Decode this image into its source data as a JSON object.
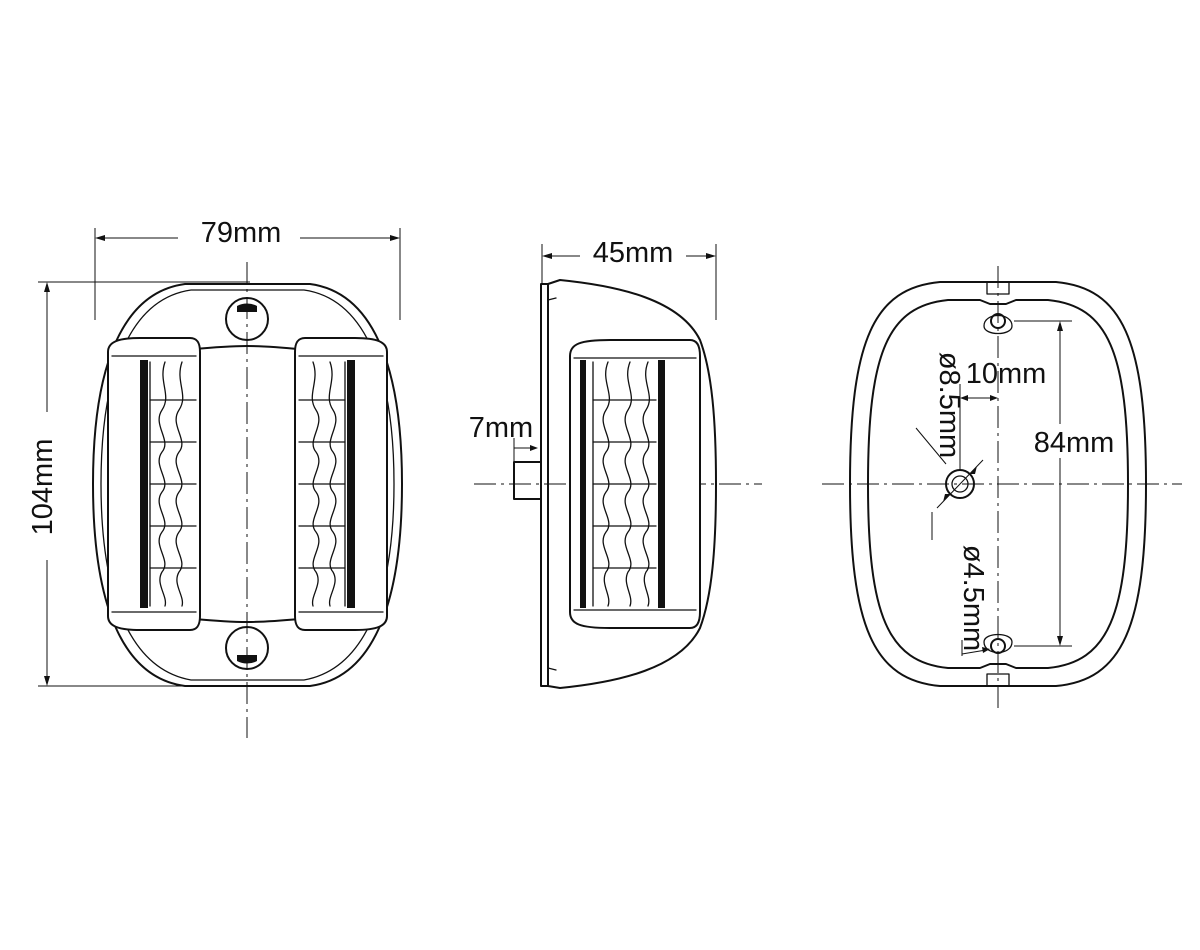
{
  "diagram": {
    "front_view": {
      "width_label": "79mm",
      "height_label": "104mm"
    },
    "side_view": {
      "depth_label": "45mm",
      "stud_label": "7mm"
    },
    "rear_view": {
      "offset_label": "10mm",
      "hole_spacing_label": "84mm",
      "center_hole_label": "ø8.5mm",
      "mount_hole_label": "ø4.5mm"
    }
  }
}
